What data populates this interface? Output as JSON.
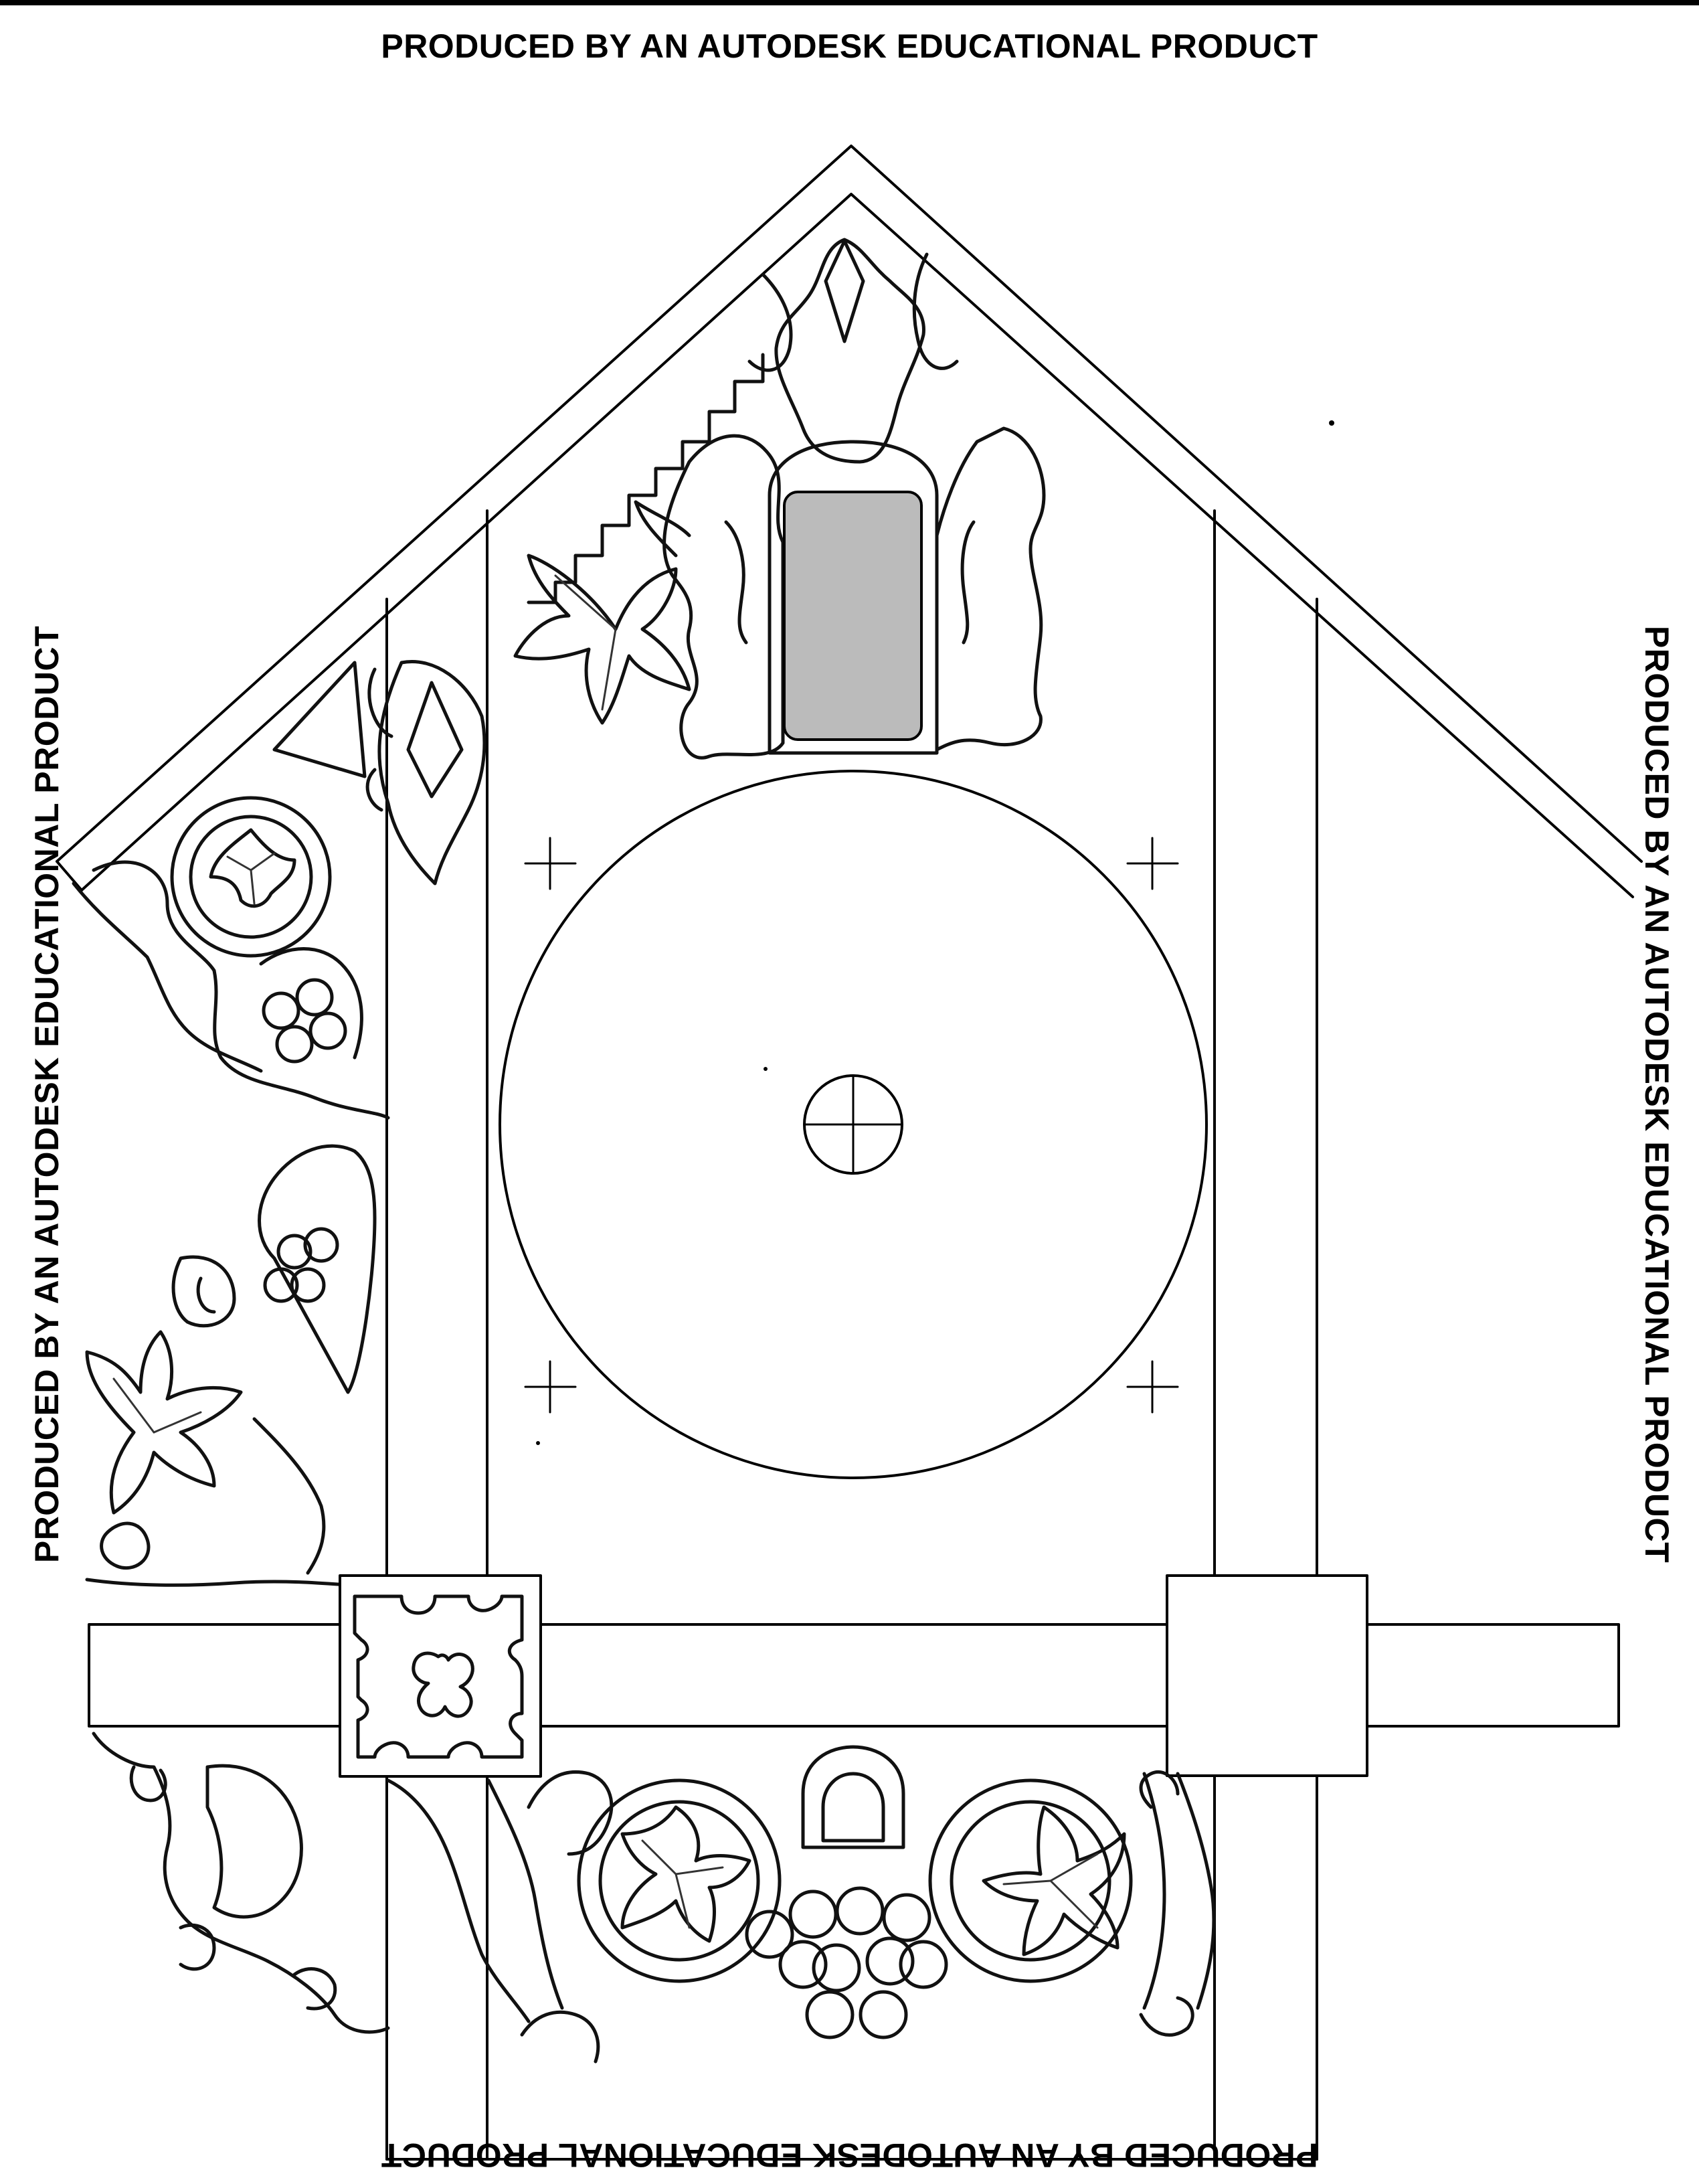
{
  "watermarks": {
    "top": "PRODUCED BY AN AUTODESK EDUCATIONAL PRODUCT",
    "left": "PRODUCED BY AN AUTODESK EDUCATIONAL PRODUCT",
    "right": "PRODUCED BY AN AUTODESK EDUCATIONAL PRODUCT",
    "bottom": "PRODUCED BY AN AUTODESK EDUCATIONAL PRODUCT"
  },
  "colors": {
    "line": "#000000",
    "background": "#ffffff",
    "window_shade": "#bbbbbb"
  },
  "icons": [
    "registration-cross-icon",
    "center-cross-icon",
    "leaf-icon",
    "grape-cluster-icon"
  ]
}
